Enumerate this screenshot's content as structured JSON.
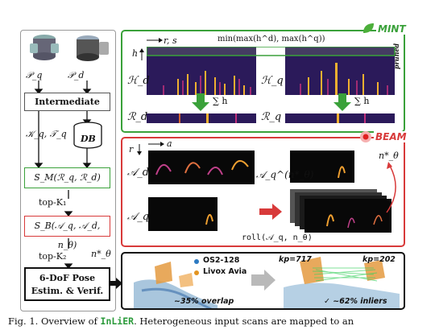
{
  "left": {
    "p_q": "𝒫_q",
    "p_d": "𝒫_d",
    "intermediate": "Intermediate",
    "kq_tq": "𝒦_q, 𝒯_q",
    "db": "DB",
    "sm": "S_M(ℛ_q, ℛ_d)",
    "top_k1": "top-K₁",
    "sb": "S_B(𝒜_q, 𝒜_d, n_θ)",
    "top_k2": "top-K₂",
    "n_theta_star": "n*_θ",
    "pose_line1": "6-DoF Pose",
    "pose_line2": "Estim. & Verif."
  },
  "mint": {
    "tag": "MINT",
    "rs": "r, s",
    "h": "h",
    "min_max": "min(max(h^d), max(h^q))",
    "pruned": "pruned",
    "h_d": "ℋ_d",
    "h_q": "ℋ_q",
    "sum_h": "∑ h",
    "sum_h2": "∑ h",
    "r_d": "ℛ_d",
    "r_q": "ℛ_q"
  },
  "beam": {
    "tag": "BEAM",
    "r": "r",
    "a": "a",
    "a_d": "𝒜_d",
    "a_q_n": "𝒜_q^(n*_θ)",
    "a_q": "𝒜_q",
    "n_theta_star": "n*_θ",
    "roll": "roll(𝒜_q, n_θ)"
  },
  "bottom": {
    "legend1": "OS2-128",
    "legend2": "Livox Avia",
    "overlap": "~35% overlap",
    "kp1": "kp=717",
    "kp2": "kp=202",
    "inliers": "✓ ~62% inliers"
  },
  "caption": {
    "prefix": "Fig. 1.   Overview of ",
    "name": "InLiER",
    "suffix": ". Heterogeneous input scans are mapped to an"
  },
  "colors": {
    "mint_green": "#3aa13a",
    "beam_red": "#d83a3a",
    "heatmap_bg": "#2b1a5a"
  }
}
